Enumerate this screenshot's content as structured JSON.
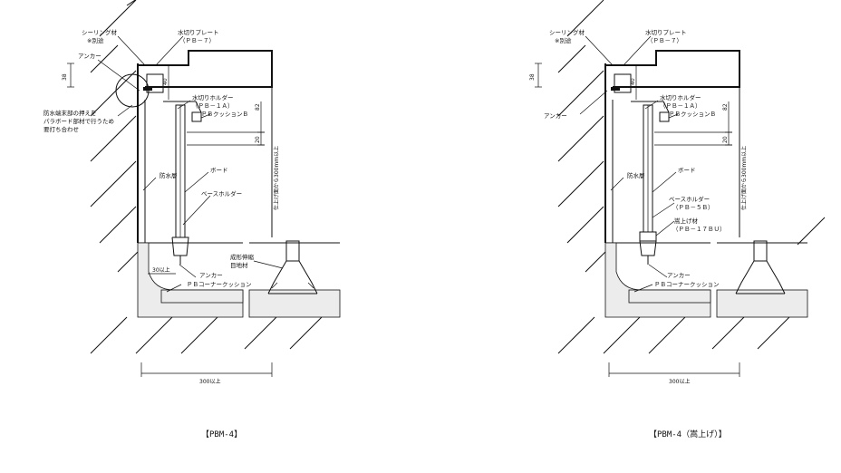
{
  "left": {
    "caption": "【PBM-4】",
    "labels": {
      "sealing": "シーリング材",
      "sealing_note": "※別途",
      "drip_plate": "水切りプレート",
      "drip_plate_code": "（ＰＢ－７）",
      "anchor_top": "アンカー",
      "drip_holder": "水切りホルダー",
      "drip_holder_code": "（ＰＢ－１Ａ）",
      "cushion_b": "ＰＢクッションＢ",
      "note_line1": "防水端末部の押えを",
      "note_line2": "パラボード部材で行うため",
      "note_line3": "要打ち合わせ",
      "waterproof": "防水層",
      "board": "ボード",
      "base_holder": "ベースホルダー",
      "joint": "成形伸縮",
      "joint2": "目地材",
      "over30": "30以上",
      "anchor_bottom": "アンカー",
      "corner_cushion": "ＰＢコーナークッション",
      "vert_note": "仕上げ面から300mm以上",
      "dim_38": "38",
      "dim_40": "40",
      "dim_82": "82",
      "dim_20": "20",
      "dim_300": "300以上"
    }
  },
  "right": {
    "caption": "【PBM-4（嵩上げ）】",
    "labels": {
      "sealing": "シーリング材",
      "sealing_note": "※別途",
      "drip_plate": "水切りプレート",
      "drip_plate_code": "（ＰＢ－７）",
      "anchor_top": "アンカー",
      "drip_holder": "水切りホルダー",
      "drip_holder_code": "（ＰＢ－１Ａ）",
      "cushion_b": "ＰＢクッションＢ",
      "waterproof": "防水層",
      "board": "ボード",
      "base_holder": "ベースホルダー",
      "base_holder_code": "（ＰＢ－５Ｂ）",
      "raise": "嵩上げ材",
      "raise_code": "（ＰＢ－１７ＢＵ）",
      "anchor_bottom": "アンカー",
      "corner_cushion": "ＰＢコーナークッション",
      "vert_note": "仕上げ面から300mm以上",
      "dim_38": "38",
      "dim_40": "40",
      "dim_82": "82",
      "dim_20": "20",
      "dim_300": "300以上"
    }
  }
}
